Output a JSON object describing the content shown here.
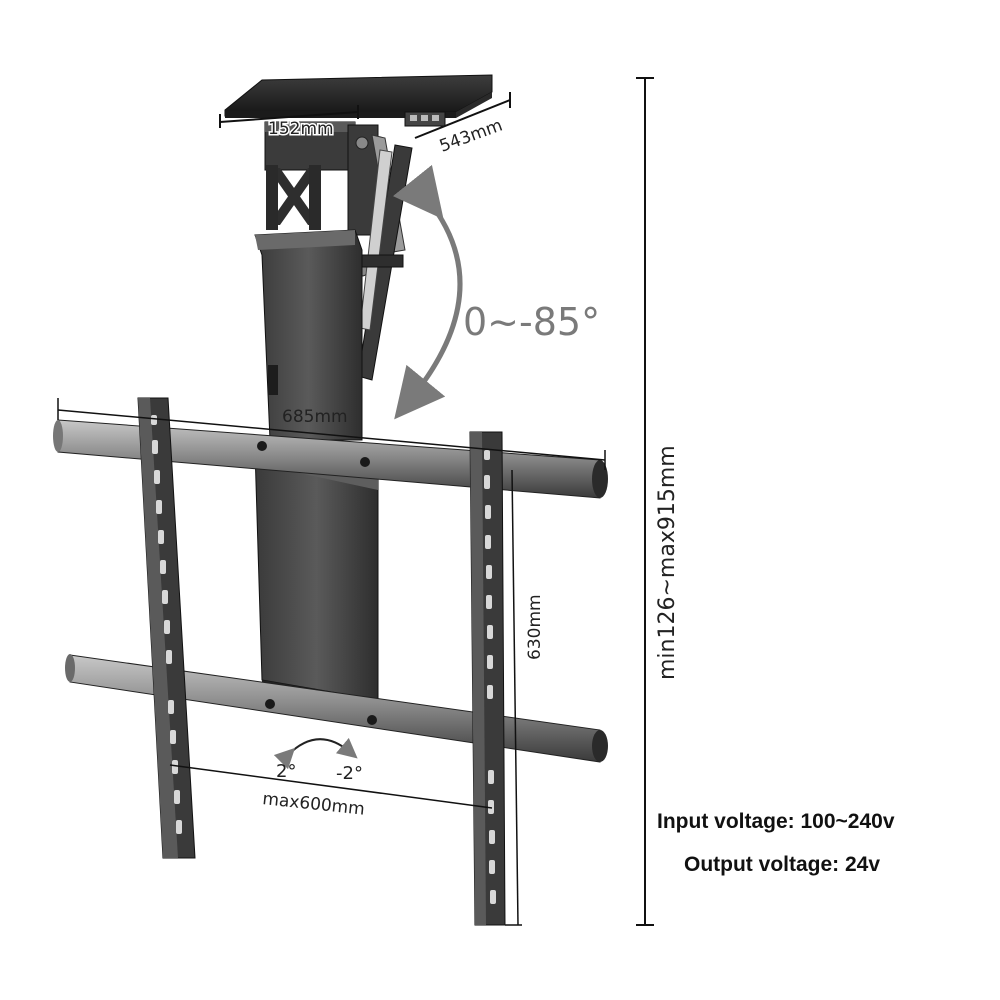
{
  "dimensions": {
    "ceiling_plate_width": "152mm",
    "ceiling_plate_depth": "543mm",
    "rail_width": "685mm",
    "vertical_rail_height": "630mm",
    "max_horizontal_spacing": "max600mm",
    "total_height_range": "min126~max915mm"
  },
  "angles": {
    "tilt_range": "0~-85°",
    "tilt_left": "2°",
    "tilt_right": "-2°"
  },
  "specs": {
    "input_voltage": "Input voltage: 100~240v",
    "output_voltage": "Output voltage: 24v"
  },
  "colors": {
    "metal_dark": "#2b2b2b",
    "metal_mid": "#4a4a4a",
    "rail_light": "#9a9a9a",
    "arrow_gray": "#7a7a7a"
  }
}
